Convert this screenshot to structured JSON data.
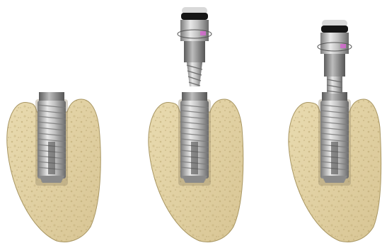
{
  "figure": {
    "panels": [
      {
        "id": "panel-1",
        "elements": [
          "bone-block",
          "implant-body"
        ]
      },
      {
        "id": "panel-2",
        "elements": [
          "bone-block",
          "implant-body",
          "healing-abutment"
        ],
        "abutment_state": "separated"
      },
      {
        "id": "panel-3",
        "elements": [
          "bone-block",
          "implant-body",
          "healing-abutment"
        ],
        "abutment_state": "aligned"
      }
    ],
    "colors": {
      "bone_fill": "#E2D2A2",
      "bone_stroke": "#A89662",
      "bone_speckle": "#B9A56E",
      "implant_light": "#EDEDED",
      "implant_mid": "#B5B5B5",
      "implant_dark": "#6E6E6E",
      "abutment_cap": "#151515",
      "accent_mark": "#D46ACF"
    }
  }
}
